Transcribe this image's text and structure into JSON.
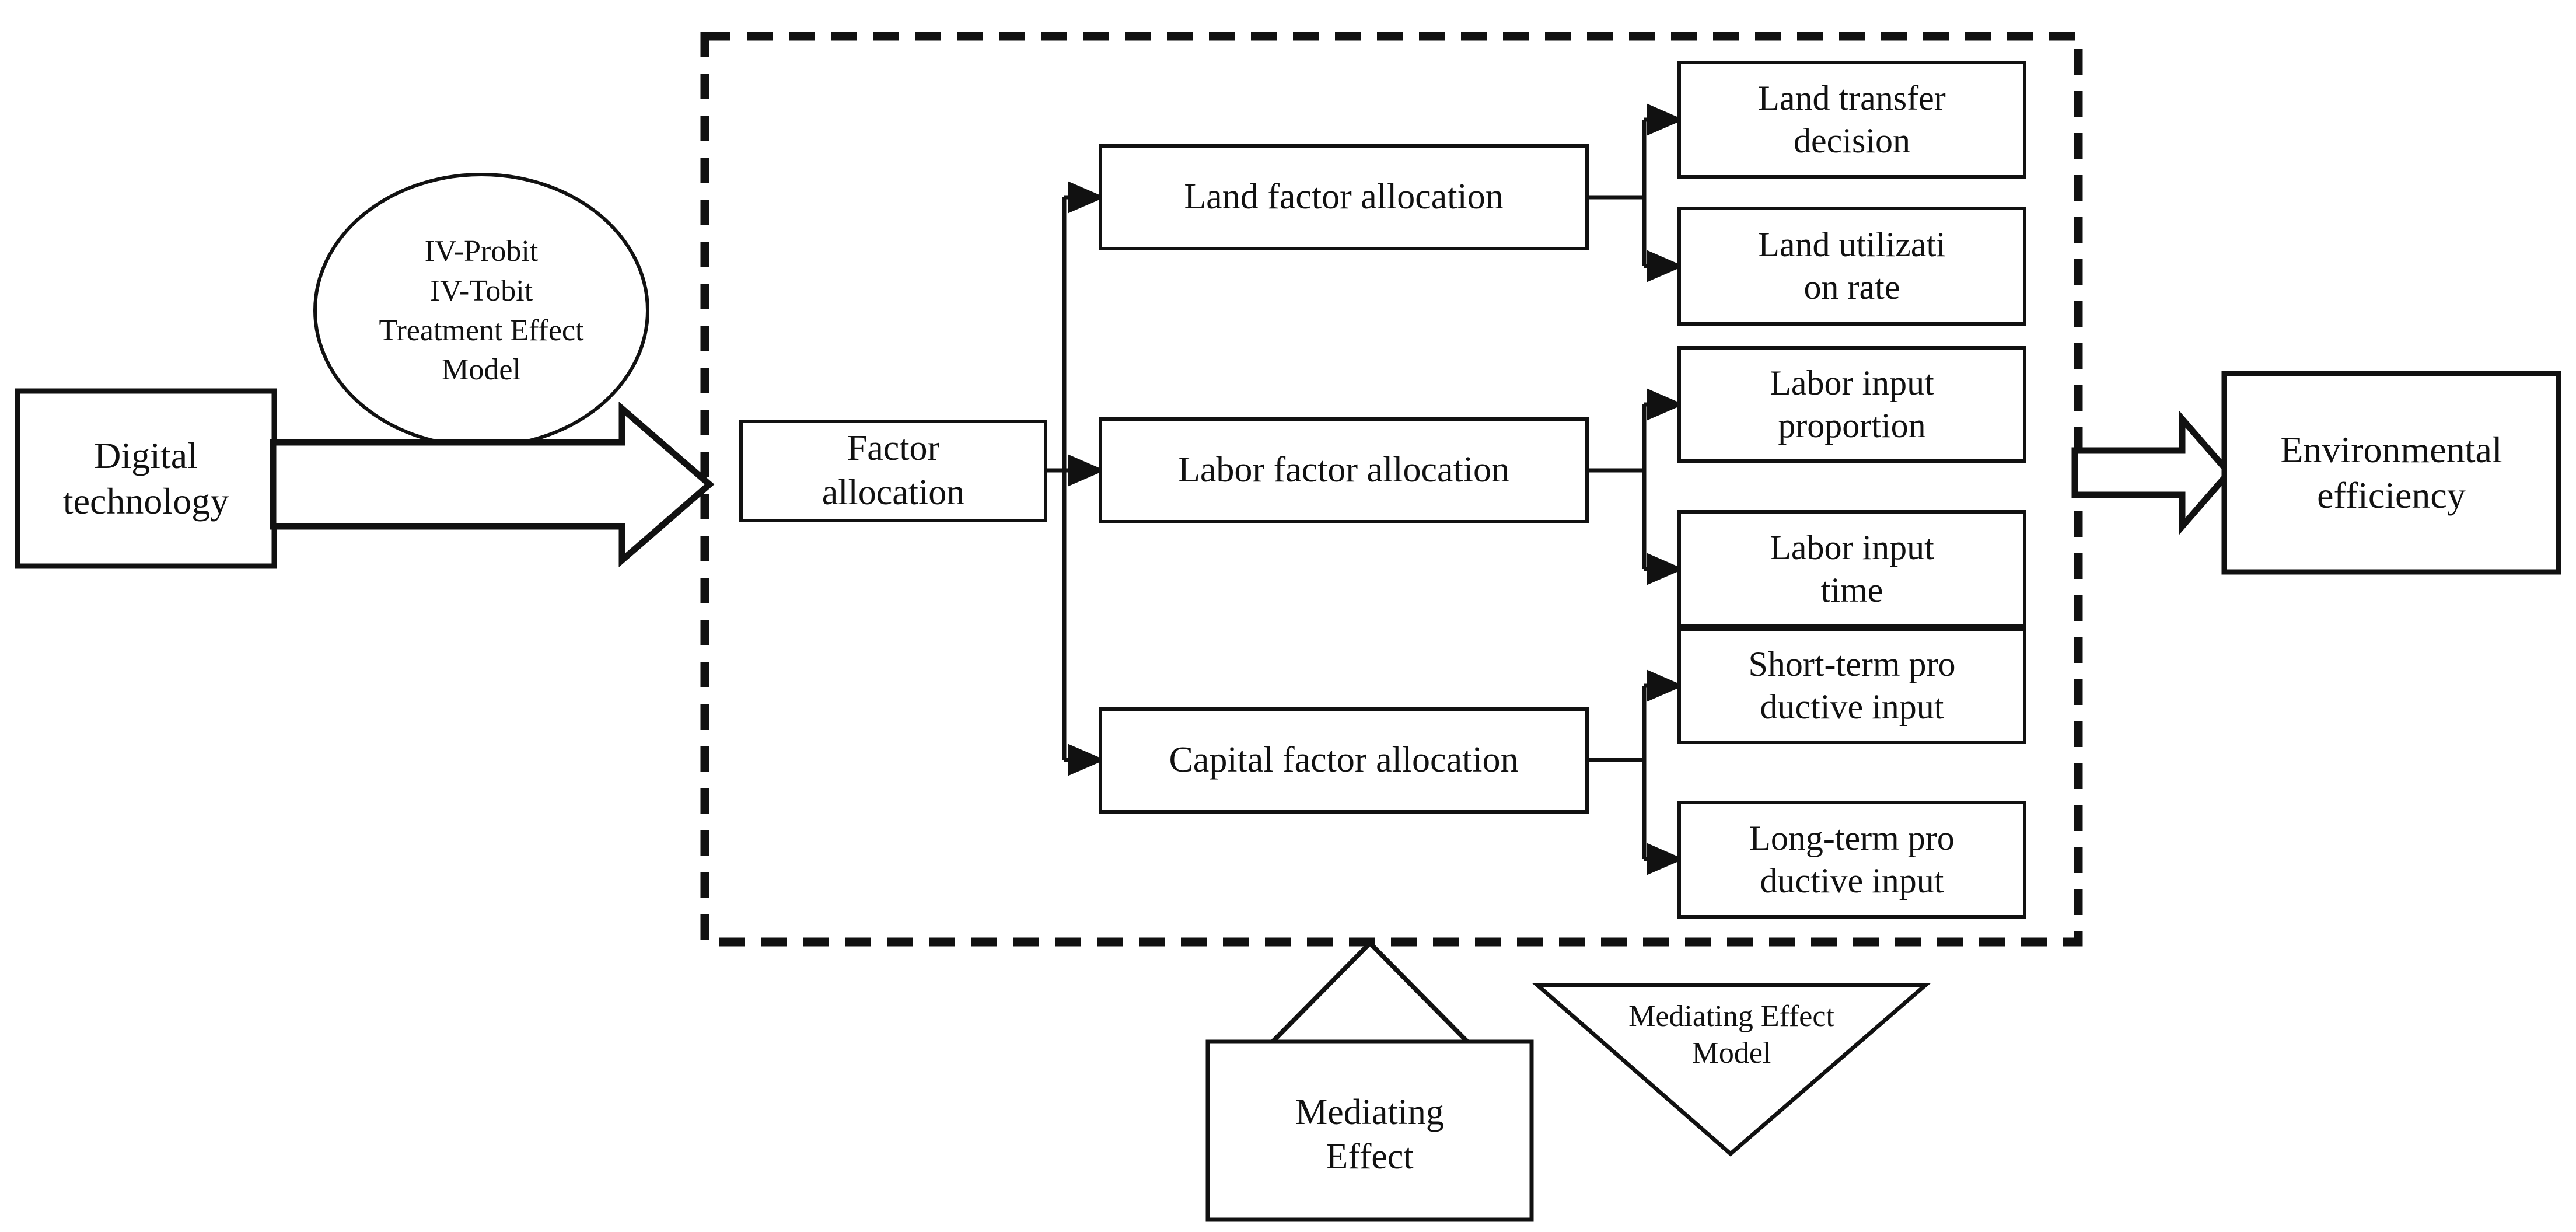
{
  "diagram": {
    "title": "Digital technology and environmental efficiency research framework",
    "colors": {
      "stroke": "#111111",
      "background": "#ffffff",
      "text": "#111111"
    }
  },
  "left": {
    "source_box": {
      "label": "Digital\ntechnology"
    },
    "method_ellipse": {
      "label": "IV-Probit\nIV-Tobit\nTreatment Effect\nModel"
    },
    "block_arrow": {
      "icon": "block-arrow-right-icon",
      "direction": "right"
    }
  },
  "center": {
    "dashed_container": {
      "label": ""
    },
    "root": {
      "label": "Factor\nallocation"
    },
    "branches": [
      {
        "label": "Land factor allocation",
        "children": [
          {
            "label": "Land transfer\ndecision"
          },
          {
            "label": "Land utilizati\non rate"
          }
        ]
      },
      {
        "label": "Labor factor allocation",
        "children": [
          {
            "label": "Labor input\nproportion"
          },
          {
            "label": "Labor input\ntime"
          }
        ]
      },
      {
        "label": "Capital factor allocation",
        "children": [
          {
            "label": "Short-term pro\nductive input"
          },
          {
            "label": "Long-term pro\nductive input"
          }
        ]
      }
    ]
  },
  "bottom": {
    "mediating_box": {
      "label": "Mediating\nEffect"
    },
    "mediating_arrow": {
      "icon": "block-arrow-up-icon",
      "direction": "up"
    },
    "model_triangle": {
      "label": "Mediating Effect\nModel"
    }
  },
  "right": {
    "block_arrow": {
      "icon": "block-arrow-right-icon",
      "direction": "right"
    },
    "target_box": {
      "label": "Environmental\nefficiency"
    }
  }
}
